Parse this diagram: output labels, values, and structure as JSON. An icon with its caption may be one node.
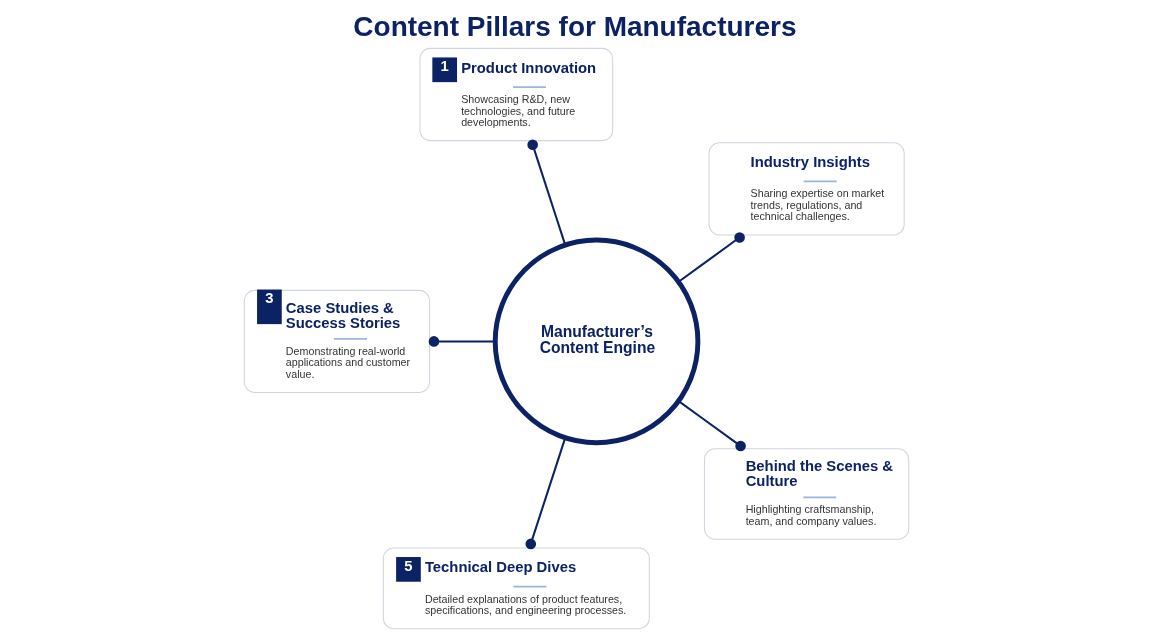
{
  "diagram": {
    "title": "Content Pillars for Manufacturers",
    "nodes": [
      {
        "text": [
          "1",
          "Product Innovation",
          "Showcasing R&D, new technologies, and future developments."
        ]
      },
      {
        "text": [
          "Industry Insights",
          "Sharing expertise on market trends, regulations, and technical challenges."
        ]
      },
      {
        "text": [
          "Manufacturer’s Content Engine"
        ]
      },
      {
        "text": [
          "3",
          "Case Studies & Success Stories",
          "Demonstrating real-world applications and customer value."
        ]
      },
      {
        "text": [
          "Behind the Scenes & Culture",
          "Highlighting craftsmanship, team, and company values."
        ]
      },
      {
        "text": [
          "5",
          "Technical Deep Dives",
          "Detailed explanations of product features, specifications, and engineering processes."
        ]
      }
    ],
    "edges": [
      {
        "from": 2,
        "to": 0,
        "arrow": "other"
      },
      {
        "from": 2,
        "to": 1,
        "arrow": "other"
      },
      {
        "from": 2,
        "to": 3,
        "arrow": "other"
      },
      {
        "from": 2,
        "to": 4,
        "arrow": "other"
      },
      {
        "from": 2,
        "to": 5,
        "arrow": "other"
      }
    ]
  }
}
